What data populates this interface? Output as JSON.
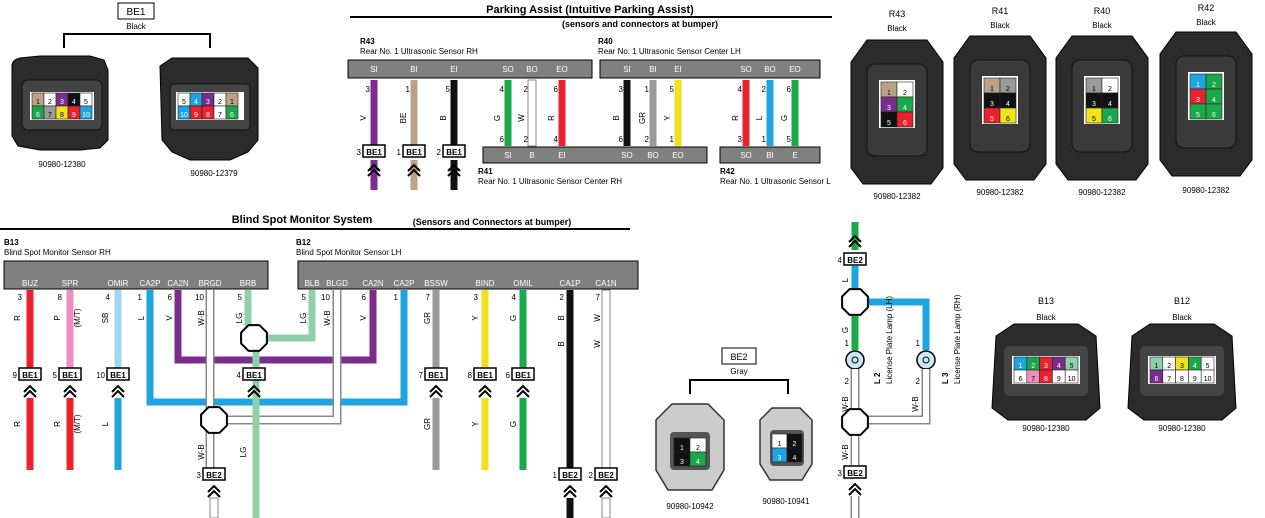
{
  "parking": {
    "title": "Parking Assist (Intuitive Parking Assist)",
    "subtitle": "(sensors and connectors at bumper)",
    "r43_code": "R43",
    "r43_name": "Rear No. 1 Ultrasonic Sensor RH",
    "r40_code": "R40",
    "r40_name": "Rear No. 1 Ultrasonic Sensor Center LH",
    "r41_code": "R41",
    "r41_name": "Rear No. 1 Ultrasonic Sensor Center RH",
    "r42_code": "R42",
    "r42_name": "Rear No. 1 Ultrasonic Sensor L",
    "pins_r43": [
      "SI",
      "BI",
      "EI",
      "SO",
      "BO",
      "EO"
    ],
    "pins_r40": [
      "SI",
      "BI",
      "EI",
      "SO",
      "BO",
      "EO"
    ],
    "pins_r41": [
      "SI",
      "B",
      "EI",
      "SO",
      "BO",
      "EO"
    ],
    "pins_r42": [
      "SO",
      "BI",
      "E"
    ],
    "wires_left": [
      {
        "pin": "3",
        "code": "V",
        "color": "#7b2d8e",
        "conn": "BE1",
        "cpin": "3"
      },
      {
        "pin": "1",
        "code": "BE",
        "color": "#b9a286",
        "conn": "BE1",
        "cpin": "1"
      },
      {
        "pin": "5",
        "code": "B",
        "color": "#111111",
        "conn": "BE1",
        "cpin": "2"
      }
    ],
    "wires_r43_out": [
      {
        "pin": "4",
        "code": "G",
        "color": "#1aa84a",
        "pin2": "6"
      },
      {
        "pin": "2",
        "code": "W",
        "color": "#ffffff",
        "pin2": "2"
      },
      {
        "pin": "6",
        "code": "R",
        "color": "#e8222e",
        "pin2": "4"
      }
    ],
    "wires_r40": [
      {
        "pin": "3",
        "code": "B",
        "color": "#111111",
        "pin2": "6"
      },
      {
        "pin": "1",
        "code": "GR",
        "color": "#9a9a9a",
        "pin2": "2"
      },
      {
        "pin": "5",
        "code": "Y",
        "color": "#f2e21b",
        "pin2": "1"
      }
    ],
    "wires_r40_out": [
      {
        "pin": "4",
        "code": "R",
        "color": "#e8222e",
        "pin2": "3"
      },
      {
        "pin": "2",
        "code": "L",
        "color": "#1ca5e0",
        "pin2": "1"
      },
      {
        "pin": "6",
        "code": "G",
        "color": "#1aa84a",
        "pin2": "5"
      }
    ]
  },
  "bsm": {
    "title": "Blind Spot Monitor System",
    "subtitle": "(Sensors and Connectors at bumper)",
    "b13_code": "B13",
    "b13_name": "Blind Spot Monitor Sensor RH",
    "b12_code": "B12",
    "b12_name": "Blind Spot Monitor Sensor LH",
    "pins_b13": [
      "BUZ",
      "SPR",
      "OMIR",
      "CA2P",
      "CA2N",
      "BRGD",
      "BRB"
    ],
    "pins_b12": [
      "BLB",
      "BLGD",
      "CA2N",
      "CA2P",
      "BSSW",
      "BIND",
      "OMIL",
      "CA1P",
      "CA1N"
    ],
    "pinnums": [
      "3",
      "8",
      "4",
      "1",
      "6",
      "10",
      "5",
      "5",
      "10",
      "6",
      "1",
      "7",
      "3",
      "4",
      "2",
      "7"
    ],
    "codes": [
      "R",
      "P",
      "(M/T)",
      "SB",
      "L",
      "V",
      "W-B",
      "LG",
      "LG",
      "W-B",
      "V",
      "GR",
      "Y",
      "G",
      "B",
      "W"
    ],
    "be1_pins": [
      "9",
      "5",
      "10",
      "4",
      "7",
      "8",
      "6"
    ],
    "be2_pins": [
      "3",
      "1",
      "2"
    ],
    "conn_be1": "BE1",
    "conn_be2": "BE2"
  },
  "lamps": {
    "be2_top_pin": "4",
    "be2_bot_pin": "3",
    "conn": "BE2",
    "codes": [
      "L",
      "G",
      "W-B",
      "W-B",
      "W-B"
    ],
    "l2_code": "L 2",
    "l2_name": "License Plate Lamp (LH)",
    "l3_code": "L 3",
    "l3_name": "License Plate Lamp (RH)",
    "pins": [
      "1",
      "2",
      "1",
      "2"
    ]
  },
  "views": {
    "be1_label": "BE1",
    "be1_color": "Black",
    "be1_left_part": "90980-12380",
    "be1_right_part": "90980-12379",
    "be2_label": "BE2",
    "be2_color": "Gray",
    "be2_left_part": "90980-10942",
    "be2_right_part": "90980-10941",
    "r43": "R43",
    "r41": "R41",
    "r40": "R40",
    "r42": "R42",
    "black": "Black",
    "part_r43": "90980-12382",
    "part_r41": "90980-12382",
    "part_r40": "90980-12382",
    "part_r42": "90980-12382",
    "b13": "B13",
    "b12": "B12",
    "part_b13": "90980-12380",
    "part_b12": "90980-12380",
    "cells_be1_left": [
      "1",
      "2",
      "3",
      "4",
      "5",
      "6",
      "7",
      "8",
      "9",
      "10"
    ],
    "cells_be1_right": [
      "5",
      "4",
      "3",
      "2",
      "1",
      "10",
      "9",
      "8",
      "7",
      "6"
    ],
    "cells_r4x": [
      "1",
      "2",
      "3",
      "4",
      "5",
      "6"
    ],
    "cells_be2": [
      "1",
      "2",
      "3",
      "4"
    ]
  }
}
